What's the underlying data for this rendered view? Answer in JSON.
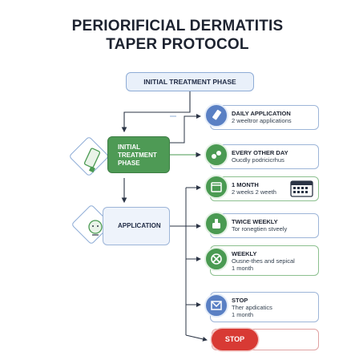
{
  "title": {
    "line1": "PERIORIFICIAL DERMATITIS",
    "line2": "TAPER PROTOCOL"
  },
  "phase_top": "INITIAL TREATMENT PHASE",
  "phase_green": {
    "line1": "INITIAL",
    "line2": "TREATMENT",
    "line3": "PHASE"
  },
  "application": "APPLICATION",
  "steps": [
    {
      "head": "DAILY APPLICATION",
      "sub1": "2 weeltror applications",
      "sub2": "",
      "icon": "tube-icon",
      "color": "#5a80c4"
    },
    {
      "head": "EVERY OTHER DAY",
      "sub1": "Oucdly podricicrhus",
      "sub2": "",
      "icon": "droplets-icon",
      "color": "#4a9a52"
    },
    {
      "head": "1 MONTH",
      "sub1": "2 weeks 2 weeth",
      "sub2": "",
      "icon": "calendar-icon",
      "color": "#4a9a52"
    },
    {
      "head": "TWICE WEEKLY",
      "sub1": "Tor ronegtien stveely",
      "sub2": "",
      "icon": "hand-icon",
      "color": "#4a9a52"
    },
    {
      "head": "WEEKLY",
      "sub1": "Ousne-thes and sepical",
      "sub2": "1 month",
      "icon": "no-icon",
      "color": "#4a9a52"
    },
    {
      "head": "STOP",
      "sub1": "Ther apdicatics",
      "sub2": "1 month",
      "icon": "envelope-icon",
      "color": "#5a80c4"
    }
  ],
  "stop_button": "STOP",
  "colors": {
    "blue_accent": "#5a80c4",
    "green_accent": "#4a9a52",
    "red_stop": "#d83a34",
    "arrow": "#2b3445"
  }
}
